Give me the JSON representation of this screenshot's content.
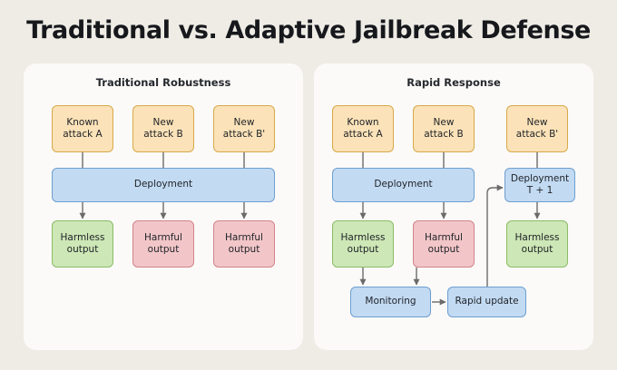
{
  "title": "Traditional vs. Adaptive Jailbreak Defense",
  "colors": {
    "background": "#efece6",
    "panel": "#fbfaf8",
    "attack_fill": "#fbe2b8",
    "attack_stroke": "#d8a94a",
    "deployment_fill": "#c2daf2",
    "deployment_stroke": "#6e9fd0",
    "harmless_fill": "#cde7b6",
    "harmless_stroke": "#8cbb69",
    "harmful_fill": "#f2c6c8",
    "harmful_stroke": "#d1848a",
    "edge": "#6b6b6b",
    "title_text": "#16181c"
  },
  "panels": [
    {
      "id": "traditional",
      "title": "Traditional Robustness",
      "nodes": {
        "attack_a": "Known\nattack A",
        "attack_b": "New\nattack B",
        "attack_bprime": "New\nattack B'",
        "deployment": "Deployment",
        "output_a": "Harmless\noutput",
        "output_b": "Harmful\noutput",
        "output_bprime": "Harmful\noutput"
      }
    },
    {
      "id": "rapid",
      "title": "Rapid Response",
      "nodes": {
        "attack_a": "Known\nattack A",
        "attack_b": "New\nattack B",
        "attack_bprime": "New\nattack B'",
        "deployment": "Deployment",
        "deployment_t1": "Deployment\nT + 1",
        "output_a": "Harmless\noutput",
        "output_b": "Harmful\noutput",
        "output_bprime": "Harmless\noutput",
        "monitoring": "Monitoring",
        "rapid_update": "Rapid update"
      }
    }
  ]
}
